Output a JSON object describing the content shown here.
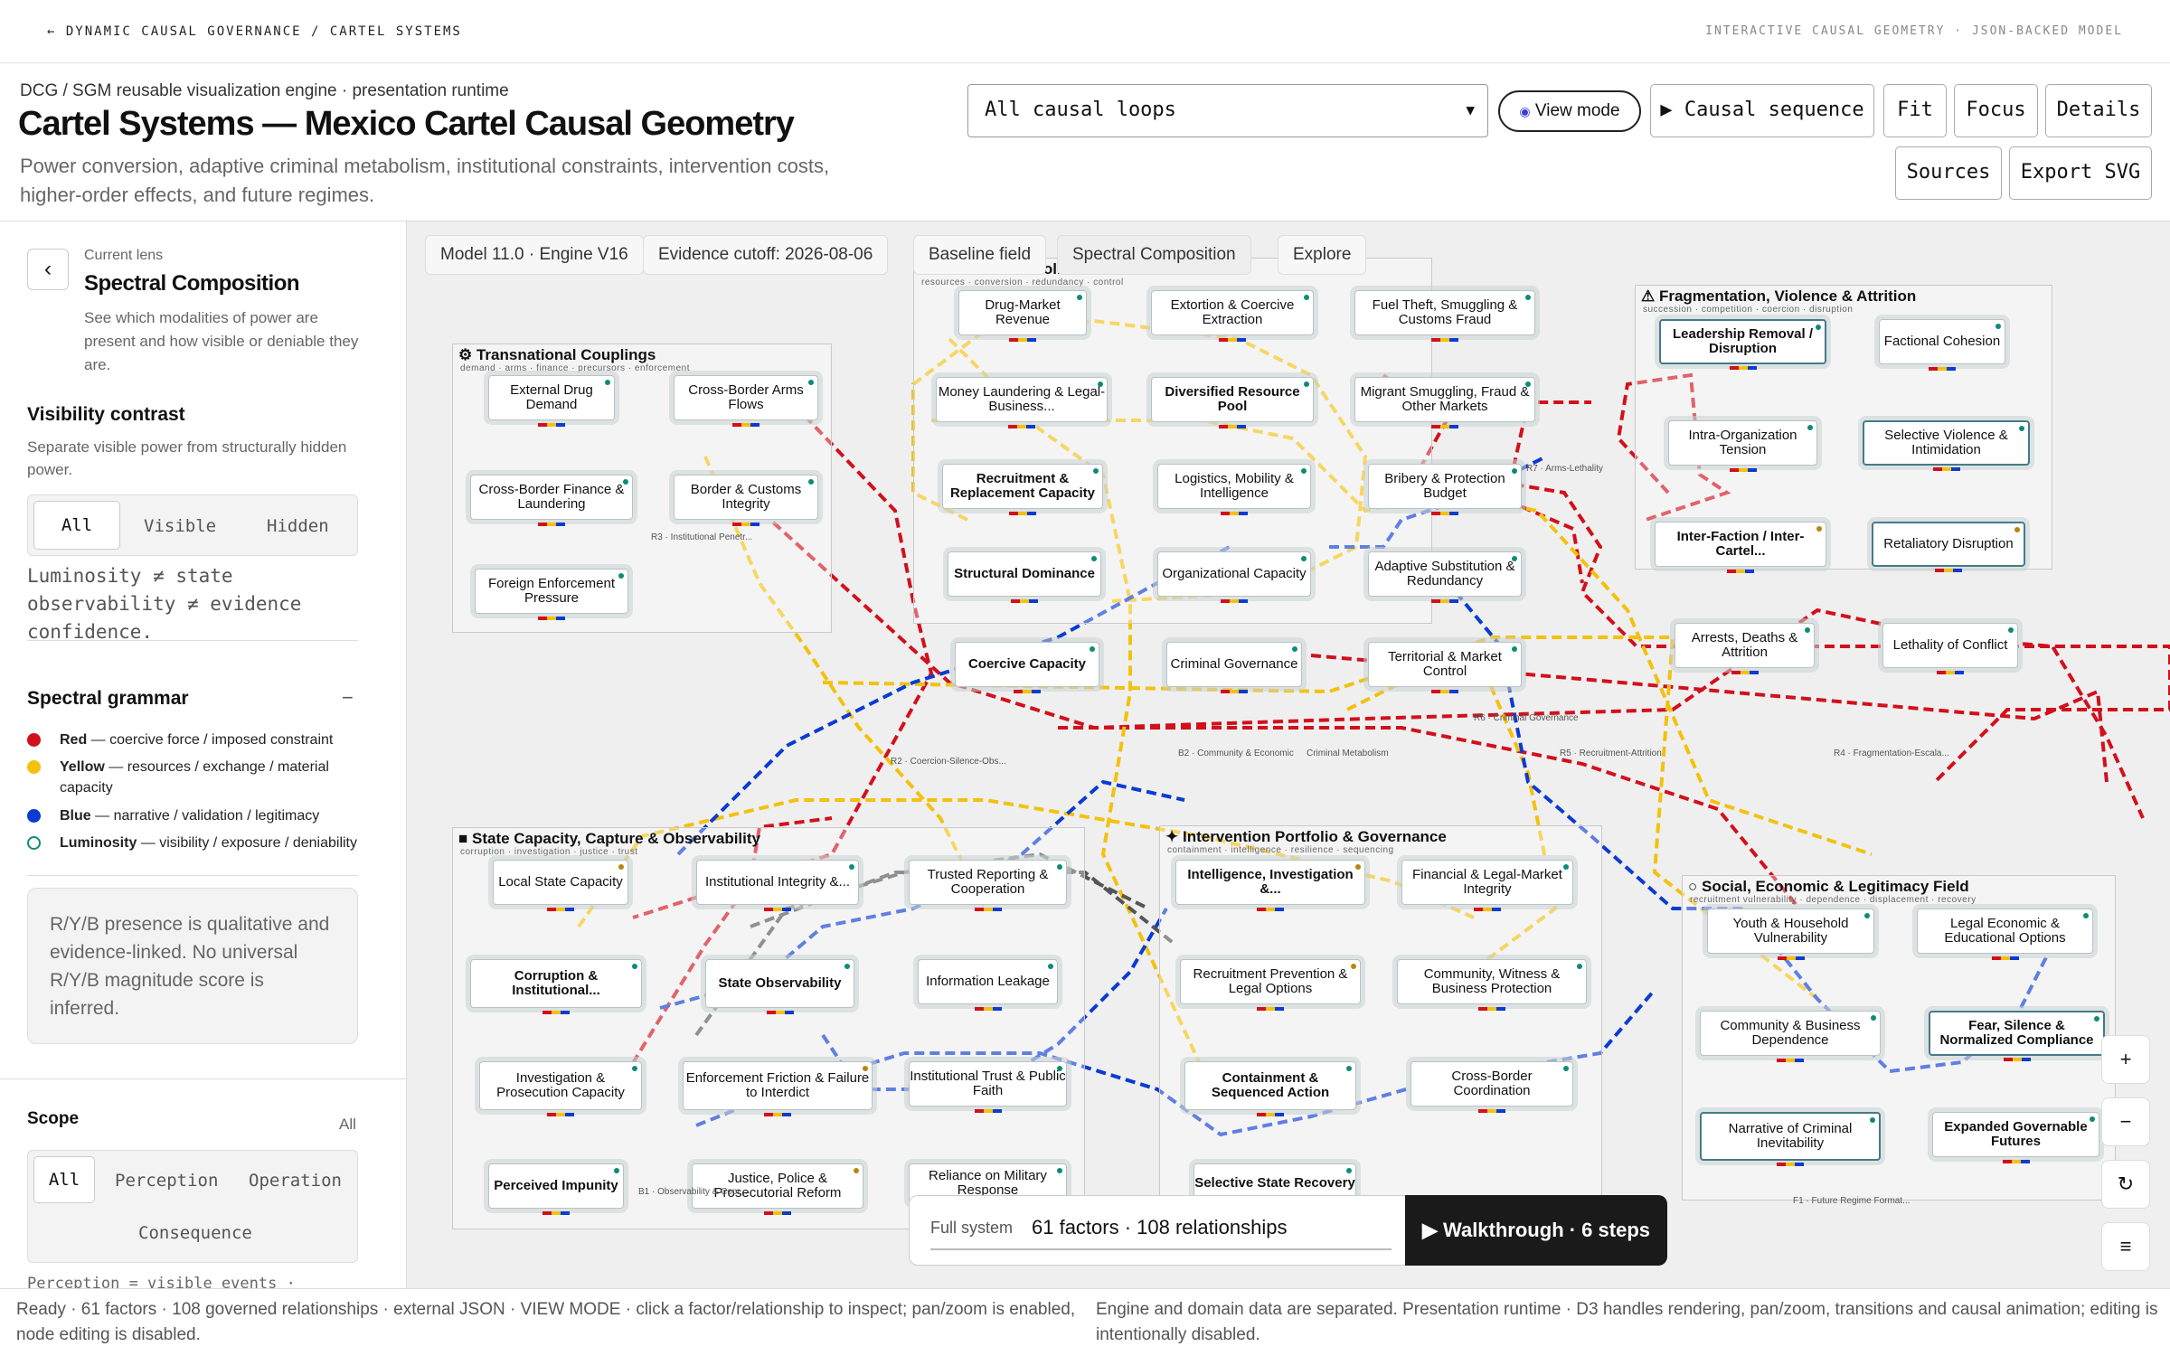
{
  "topbar": {
    "left": "← DYNAMIC CAUSAL GOVERNANCE / CARTEL SYSTEMS",
    "right": "INTERACTIVE CAUSAL GEOMETRY · JSON-BACKED MODEL"
  },
  "header": {
    "path": "DCG / SGM reusable visualization engine · presentation runtime",
    "title": "Cartel Systems — Mexico Cartel Causal Geometry",
    "description": "Power conversion, adaptive criminal metabolism, institutional constraints, intervention costs, higher-order effects, and future regimes."
  },
  "toolbar": {
    "loop_select": "All causal loops",
    "view_mode": "View mode",
    "sequence": "▶ Causal sequence",
    "fit": "Fit",
    "focus": "Focus",
    "details": "Details",
    "sources": "Sources",
    "export": "Export SVG"
  },
  "sidebar": {
    "lens_kicker": "Current lens",
    "lens_title": "Spectral Composition",
    "lens_desc": "See which modalities of power are present and how visible or deniable they are.",
    "visibility_title": "Visibility contrast",
    "visibility_desc": "Separate visible power from structurally hidden power.",
    "visibility_options": [
      "All",
      "Visible",
      "Hidden"
    ],
    "luminosity_note": "Luminosity ≠ state observability ≠ evidence confidence.",
    "grammar_title": "Spectral grammar",
    "grammar_collapse": "−",
    "grammar": [
      {
        "key": "Red",
        "text": " — coercive force / imposed constraint",
        "color": "#d2101c"
      },
      {
        "key": "Yellow",
        "text": " — resources / exchange / material capacity",
        "color": "#f3c10e"
      },
      {
        "key": "Blue",
        "text": " — narrative / validation / legitimacy",
        "color": "#0b3bd1"
      },
      {
        "key": "Luminosity",
        "text": " — visibility / exposure / deniability",
        "color": "#0f8a78"
      }
    ],
    "note": "R/Y/B presence is qualitative and evidence-linked. No universal R/Y/B magnitude score is inferred.",
    "scope_title": "Scope",
    "scope_value": "All",
    "scope_options": [
      "All",
      "Perception",
      "Operation",
      "Consequence"
    ],
    "scope_hint": "Perception = visible events ·"
  },
  "canvas": {
    "pills": [
      "Model 11.0 · Engine V16",
      "Evidence cutoff: 2026-08-06",
      "Baseline field",
      "Spectral Composition",
      "Explore"
    ],
    "groups": {
      "transnational": {
        "title": "⚙ Transnational Couplings",
        "sub": "demand · arms · finance · precursors · enforcement"
      },
      "metabolism": {
        "title": "● Criminal Metabolism & Structural Power",
        "sub": "resources · conversion · redundancy · control"
      },
      "fragmentation": {
        "title": "⚠ Fragmentation, Violence & Attrition",
        "sub": "succession · competition · coercion · disruption"
      },
      "state": {
        "title": "■ State Capacity, Capture & Observability",
        "sub": "corruption · investigation · justice · trust"
      },
      "intervention": {
        "title": "✦ Intervention Portfolio & Governance",
        "sub": "containment · intelligence · resilience · sequencing"
      },
      "social": {
        "title": "○ Social, Economic & Legitimacy Field",
        "sub": "recruitment vulnerability · dependence · displacement · recovery"
      }
    },
    "nodes": {
      "external_drug": "External Drug Demand",
      "arms_flows": "Cross-Border Arms Flows",
      "finance_laundering": "Cross-Border Finance & Laundering",
      "border_customs": "Border & Customs Integrity",
      "foreign_enforcement": "Foreign Enforcement Pressure",
      "drug_revenue": "Drug-Market Revenue",
      "extortion": "Extortion & Coercive Extraction",
      "fuel_theft": "Fuel Theft, Smuggling & Customs Fraud",
      "money_laundering": "Money Laundering & Legal-Business...",
      "resource_pool": "Diversified Resource Pool",
      "migrant_smuggling": "Migrant Smuggling, Fraud & Other Markets",
      "recruitment_capacity": "Recruitment & Replacement Capacity",
      "logistics": "Logistics, Mobility & Intelligence",
      "bribery": "Bribery & Protection Budget",
      "structural_dominance": "Structural Dominance",
      "org_capacity": "Organizational Capacity",
      "adaptive_sub": "Adaptive Substitution & Redundancy",
      "coercive_capacity": "Coercive Capacity",
      "criminal_governance": "Criminal Governance",
      "territorial": "Territorial & Market Control",
      "leadership_removal": "Leadership Removal / Disruption",
      "factional": "Factional Cohesion",
      "intra_org": "Intra-Organization Tension",
      "selective_violence": "Selective Violence & Intimidation",
      "inter_faction": "Inter-Faction / Inter-Cartel...",
      "retaliatory": "Retaliatory Disruption",
      "arrests": "Arrests, Deaths & Attrition",
      "lethality": "Lethality of Conflict",
      "local_state": "Local State Capacity",
      "inst_integrity": "Institutional Integrity &...",
      "trusted_reporting": "Trusted Reporting & Cooperation",
      "corruption": "Corruption & Institutional...",
      "state_obs": "State Observability",
      "info_leakage": "Information Leakage",
      "investigation": "Investigation & Prosecution Capacity",
      "enforcement_friction": "Enforcement Friction & Failure to Interdict",
      "inst_trust": "Institutional Trust & Public Faith",
      "perceived_impunity": "Perceived Impunity",
      "justice_reform": "Justice, Police & Prosecutorial Reform",
      "military_reliance": "Reliance on Military Response",
      "intelligence": "Intelligence, Investigation &...",
      "financial_integrity": "Financial & Legal-Market Integrity",
      "recruitment_prevention": "Recruitment Prevention & Legal Options",
      "community_witness": "Community, Witness & Business Protection",
      "containment": "Containment & Sequenced Action",
      "cross_border": "Cross-Border Coordination",
      "selective_recovery": "Selective State Recovery",
      "youth_vuln": "Youth & Household Vulnerability",
      "legal_econ": "Legal Economic & Educational Options",
      "community_dep": "Community & Business Dependence",
      "fear_silence": "Fear, Silence & Normalized Compliance",
      "narrative": "Narrative of Criminal Inevitability",
      "expanded_futures": "Expanded Governable Futures"
    },
    "loop_labels": {
      "r7": "R7 · Arms-Lethality",
      "r3": "R3 · Institutional Penetr...",
      "r6": "R6 · Criminal Governance",
      "r2": "R2 · Coercion-Silence-Obs...",
      "b2": "B2 · Community & Economic",
      "criminal_metabolism": "Criminal Metabolism",
      "r5": "R5 · Recruitment-Attrition",
      "r4": "R4 · Fragmentation-Escala...",
      "b1": "B1 · Observability & Coor...",
      "f1": "F1 · Future Regime Format..."
    },
    "summary": {
      "label": "Full system",
      "value": "61 factors · 108 relationships",
      "walkthrough": "▶ Walkthrough · 6 steps"
    },
    "zoom": {
      "in": "+",
      "out": "−",
      "reset": "↻",
      "menu": "≡"
    }
  },
  "status": {
    "left": "Ready · 61 factors · 108 governed relationships · external JSON · VIEW MODE · click a factor/relationship to inspect; pan/zoom is enabled, node editing is disabled.",
    "right": "Engine and domain data are separated. Presentation runtime · D3 handles rendering, pan/zoom, transitions and causal animation; editing is intentionally disabled."
  },
  "colors": {
    "red": "#d2101c",
    "yellow": "#f3c10e",
    "blue": "#0b3bd1",
    "teal": "#0f8a78",
    "grey": "#555555"
  }
}
